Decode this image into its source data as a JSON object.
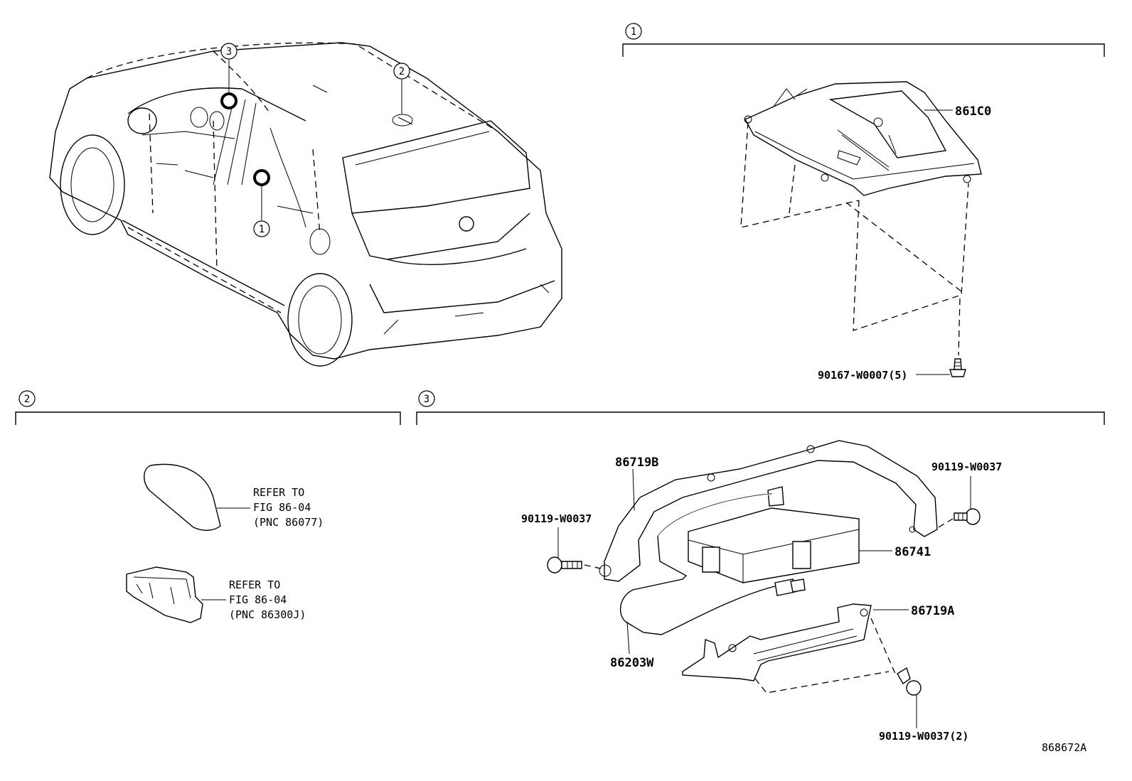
{
  "diagram_id": "868672A",
  "sections": [
    {
      "number": "1",
      "parts": [
        {
          "code": "861C0"
        },
        {
          "code": "90167-W0007(5)"
        }
      ]
    },
    {
      "number": "2",
      "refs": [
        {
          "line1": "REFER TO",
          "line2": "FIG 86-04",
          "line3": "(PNC 86077)"
        },
        {
          "line1": "REFER TO",
          "line2": "FIG 86-04",
          "line3": "(PNC 86300J)"
        }
      ]
    },
    {
      "number": "3",
      "parts": [
        {
          "code": "86719B"
        },
        {
          "code": "90119-W0037"
        },
        {
          "code": "90119-W0037"
        },
        {
          "code": "86741"
        },
        {
          "code": "86719A"
        },
        {
          "code": "86203W"
        },
        {
          "code": "90119-W0037(2)"
        }
      ]
    }
  ],
  "car_callouts": [
    "3",
    "2",
    "1"
  ]
}
